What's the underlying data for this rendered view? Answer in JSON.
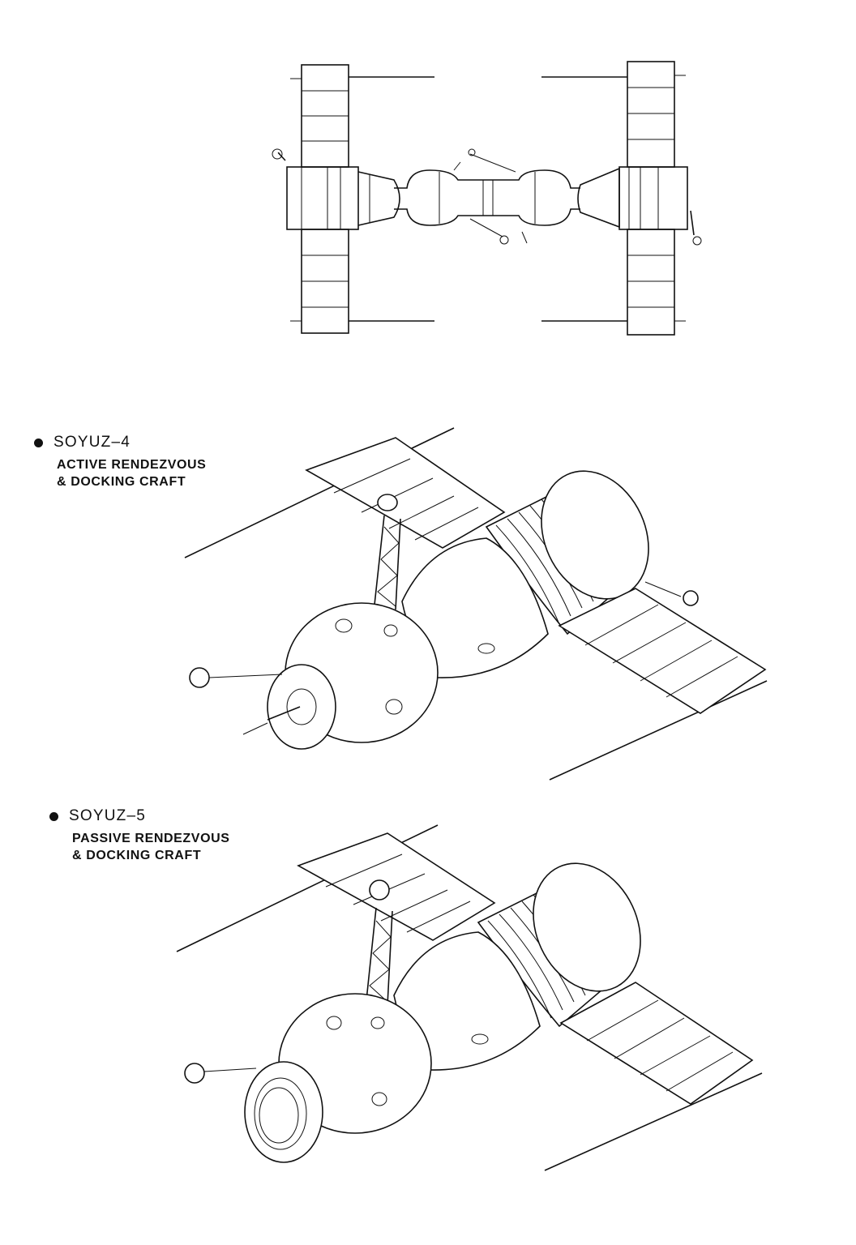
{
  "crafts": [
    {
      "name": "SOYUZ–4",
      "description_line1": "ACTIVE RENDEZVOUS",
      "description_line2": "& DOCKING CRAFT"
    },
    {
      "name": "SOYUZ–5",
      "description_line1": "PASSIVE RENDEZVOUS",
      "description_line2": "& DOCKING CRAFT"
    }
  ]
}
